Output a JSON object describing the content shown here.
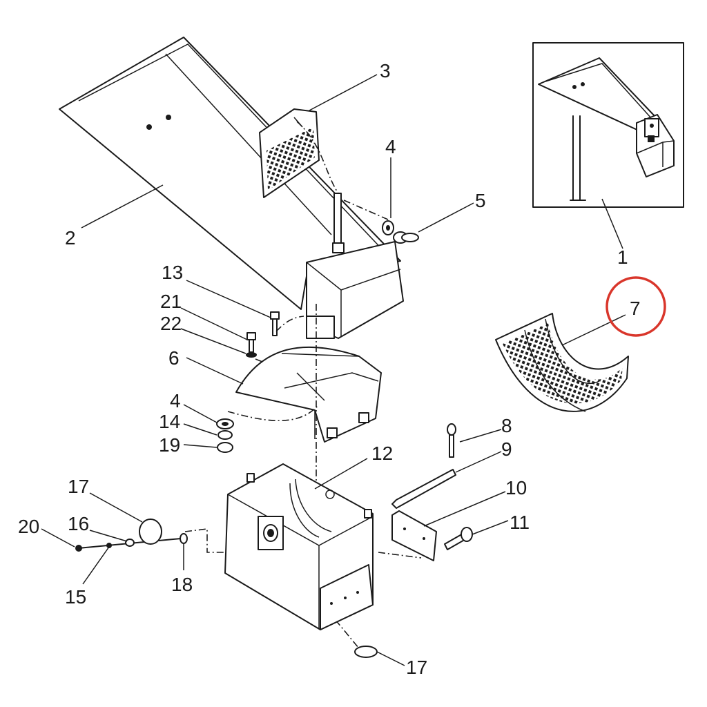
{
  "diagram": {
    "highlight_color": "#d9362b",
    "line_color": "#1a1a1a",
    "callouts": {
      "c1": "1",
      "c2": "2",
      "c3": "3",
      "c4a": "4",
      "c4b": "4",
      "c5": "5",
      "c6": "6",
      "c7": "7",
      "c8": "8",
      "c9": "9",
      "c10": "10",
      "c11": "11",
      "c12": "12",
      "c13": "13",
      "c14": "14",
      "c15": "15",
      "c16": "16",
      "c17a": "17",
      "c17b": "17",
      "c18": "18",
      "c19": "19",
      "c20": "20",
      "c21": "21",
      "c22": "22"
    },
    "highlighted_callout": "7"
  }
}
